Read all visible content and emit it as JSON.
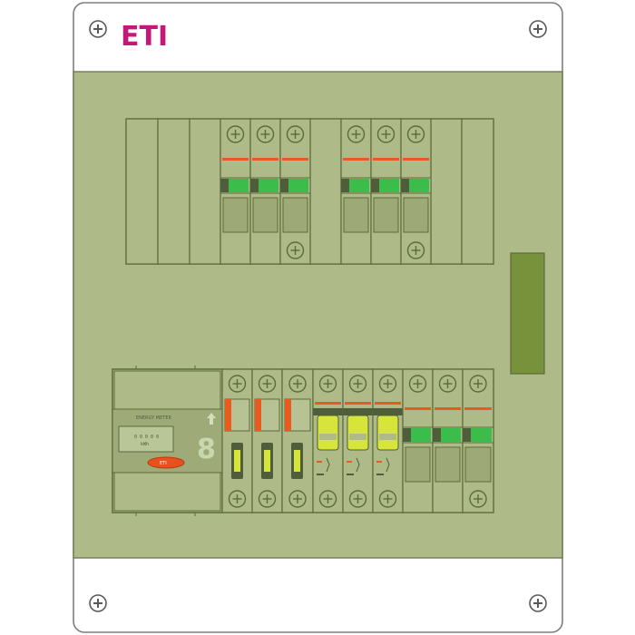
{
  "brand": {
    "logo_text": "ETI",
    "logo_color": "#c2187a"
  },
  "colors": {
    "enclosure_frame": "#ffffff",
    "enclosure_stroke": "#7d7d7d",
    "panel_green": "#aebb88",
    "module_face": "#aebb88",
    "line": "#5c6b3c",
    "toggle_green": "#3bbd4c",
    "handle_dark": "#4f5d3a",
    "trip_orange": "#e85a20",
    "fuse_yellow": "#d7e53a",
    "label_strip": "#77923a",
    "meter_badge": "#e8501e"
  },
  "icons": {
    "corner_screw": "screw-icon",
    "terminal_screw": "terminal-screw-icon",
    "fuse": "fuse-icon"
  },
  "meter": {
    "header_text": "ENERGY METER",
    "lcd_line1": "0 0 0 0 0",
    "lcd_line2": "kWh",
    "badge_text": "ETI",
    "digit": "8"
  }
}
